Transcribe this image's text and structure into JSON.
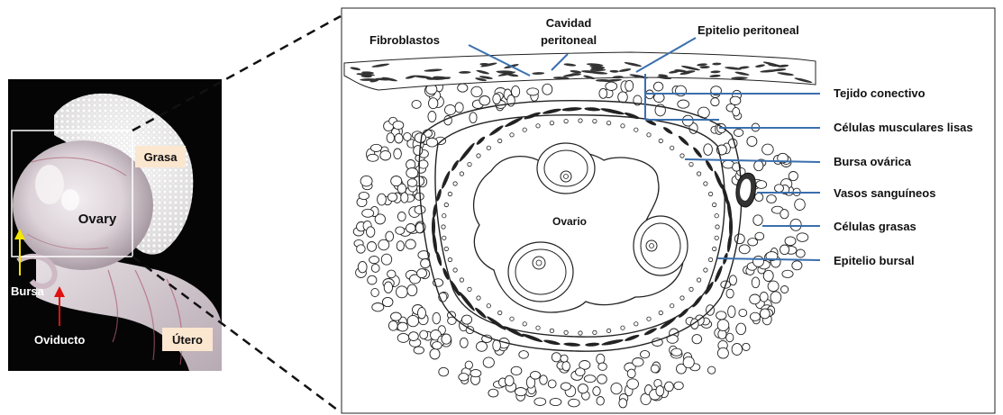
{
  "photo": {
    "ovary_label": "Ovary",
    "grasa_label": "Grasa",
    "bursa_label": "Bursa",
    "oviducto_label": "Oviducto",
    "utero_label": "Útero",
    "colors": {
      "bursa_arrow": "#f2e600",
      "oviducto_arrow": "#e01010",
      "tag_bg": "#fbe6cf"
    }
  },
  "diagram": {
    "top_labels": {
      "fibroblastos": "Fibroblastos",
      "cavidad_line1": "Cavidad",
      "cavidad_line2": "peritoneal",
      "epitelio_peritoneal": "Epitelio peritoneal"
    },
    "right_labels": [
      "Tejido conectivo",
      "Células musculares lisas",
      "Bursa ovárica",
      "Vasos sanguíneos",
      "Células grasas",
      "Epitelio bursal"
    ],
    "ovario_label": "Ovario",
    "colors": {
      "leader_line": "#3a6fae"
    }
  }
}
